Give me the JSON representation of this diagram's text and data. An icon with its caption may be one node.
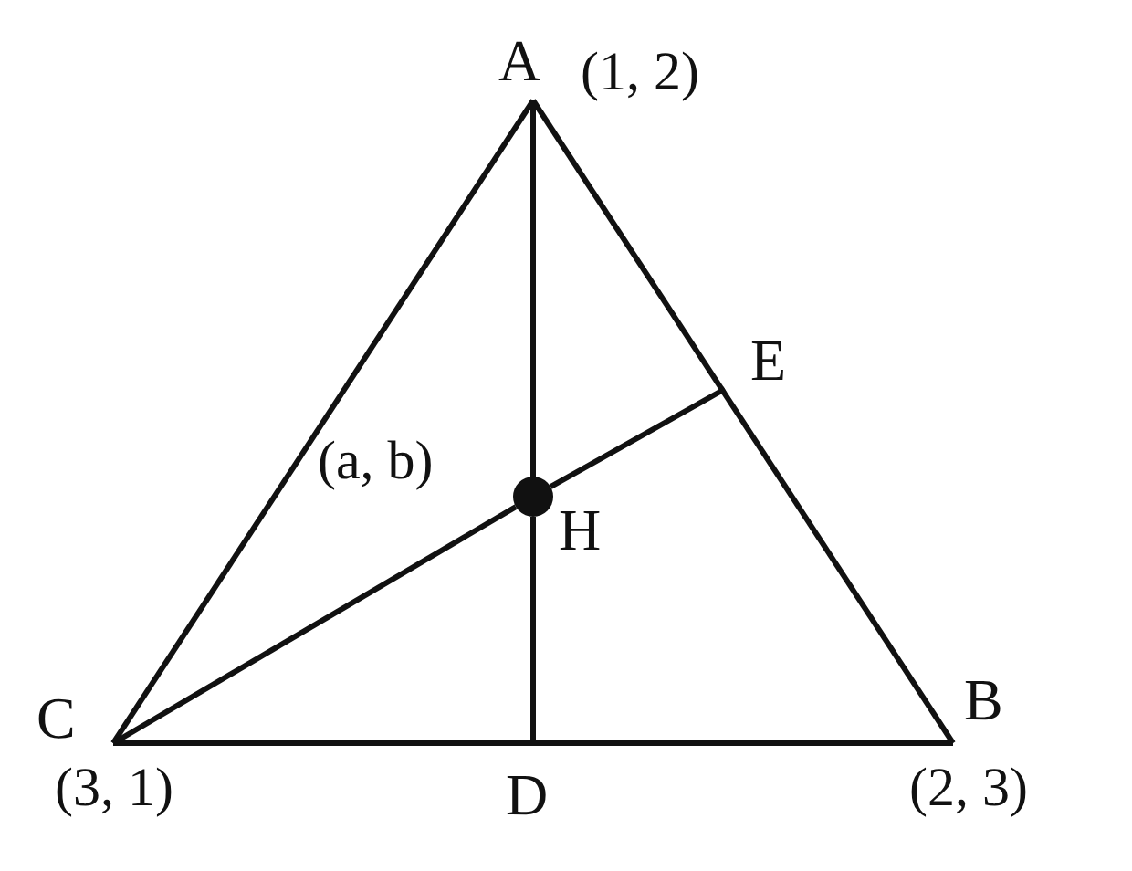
{
  "diagram": {
    "nodes": [
      {
        "text": [
          "A"
        ],
        "beside": [
          "(1, 2)"
        ]
      },
      {
        "text": [
          "E"
        ]
      },
      {
        "text": [
          "H"
        ],
        "beside": [
          "(a, b)"
        ]
      },
      {
        "text": [
          "C"
        ],
        "beside": [
          "(3, 1)"
        ]
      },
      {
        "text": [
          "D"
        ]
      },
      {
        "text": [
          "B"
        ],
        "beside": [
          "(2, 3)"
        ]
      }
    ],
    "edges": [
      {
        "from": 0,
        "to": 5,
        "arrow": "none"
      },
      {
        "from": 5,
        "to": 3,
        "arrow": "none"
      },
      {
        "from": 3,
        "to": 0,
        "arrow": "none"
      },
      {
        "from": 0,
        "to": 2,
        "arrow": "none"
      },
      {
        "from": 2,
        "to": 4,
        "arrow": "none"
      },
      {
        "from": 3,
        "to": 2,
        "arrow": "none"
      },
      {
        "from": 2,
        "to": 1,
        "arrow": "none"
      }
    ]
  }
}
